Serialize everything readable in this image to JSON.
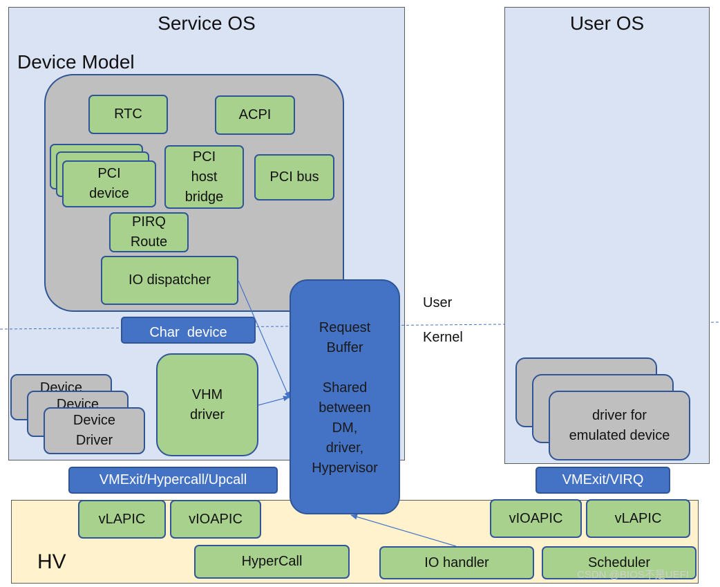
{
  "service_os": {
    "title": "Service OS",
    "device_model": {
      "title": "Device Model",
      "rtc": "RTC",
      "acpi": "ACPI",
      "pci_device": "PCI\ndevice",
      "pci_host_bridge": "PCI\nhost\nbridge",
      "pci_bus": "PCI bus",
      "pirq_route": "PIRQ\nRoute",
      "io_dispatcher": "IO dispatcher"
    },
    "char_device": "Char  device",
    "device_driver_stack": [
      "Device",
      "Device",
      "Device\nDriver"
    ],
    "vhm_driver": "VHM\ndriver"
  },
  "request_buffer": "Request\nBuffer\n\nShared\nbetween\nDM,\ndriver,\nHypervisor",
  "user_label": "User",
  "kernel_label": "Kernel",
  "user_os": {
    "title": "User OS",
    "emulated_driver": "driver for\nemulated device"
  },
  "vmexit_hypercall_upcall": "VMExit/Hypercall/Upcall",
  "vmexit_virq": "VMExit/VIRQ",
  "hv": {
    "label": "HV",
    "vlapic_left": "vLAPIC",
    "vioapic_left": "vIOAPIC",
    "hypercall": "HyperCall",
    "io_handler": "IO handler",
    "vioapic_right": "vIOAPIC",
    "vlapic_right": "vLAPIC",
    "scheduler": "Scheduler"
  },
  "watermark": "CSDN @BIOS不是UEFI",
  "colors": {
    "panel_fill": "#dae3f3",
    "device_model_fill": "#bfbfbf",
    "module_green": "#a9d18e",
    "accent_blue": "#4472c4",
    "hv_fill": "#fff2cc"
  }
}
